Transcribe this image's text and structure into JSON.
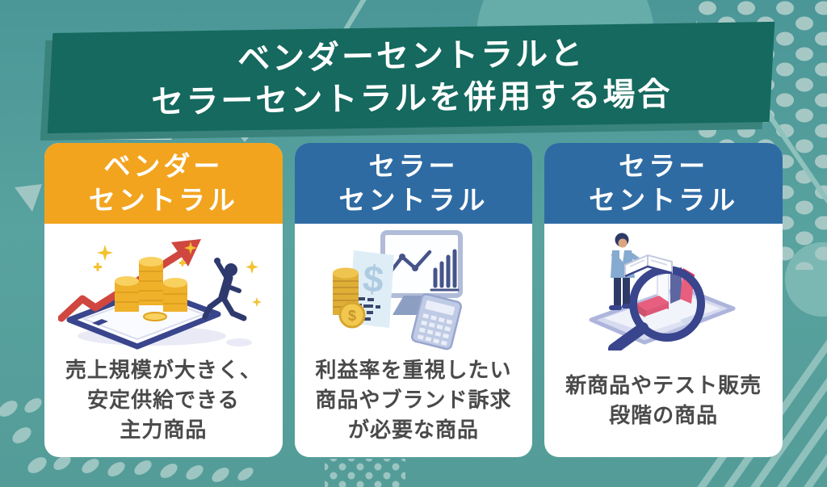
{
  "title_banner": {
    "line1": "ベンダーセントラルと",
    "line2": "セラーセントラルを併用する場合",
    "bg_color": "#15695E",
    "shadow_color": "#3A837D",
    "text_color": "#FFFFFF"
  },
  "cards": [
    {
      "header": {
        "line1": "ベンダー",
        "line2": "セントラル",
        "bg_color": "#F2A41F",
        "text_color": "#FFFFFF"
      },
      "illustration": "smartphone-coins-growth-arrow-runner",
      "caption_lines": [
        "売上規模が大きく、",
        "安定供給できる",
        "主力商品"
      ]
    },
    {
      "header": {
        "line1": "セラー",
        "line2": "セントラル",
        "bg_color": "#2F6BA3",
        "text_color": "#FFFFFF"
      },
      "illustration": "monitor-chart-coins-receipt-calculator",
      "caption_lines": [
        "利益率を重視したい",
        "商品やブランド訴求",
        "が必要な商品"
      ]
    },
    {
      "header": {
        "line1": "セラー",
        "line2": "セントラル",
        "bg_color": "#2F6BA3",
        "text_color": "#FFFFFF"
      },
      "illustration": "person-magnifier-books-tablet",
      "caption_lines": [
        "新商品やテスト販売",
        "段階の商品"
      ]
    }
  ],
  "colors": {
    "background_teal": "#529B98",
    "decor_light_teal": "#A6C8C5",
    "banner_green": "#15695E",
    "vendor_orange": "#F2A41F",
    "seller_blue": "#2F6BA3",
    "caption_text": "#4A4A4A",
    "card_bg": "#FFFFFF",
    "arrow_red": "#D0473F",
    "coin_gold": "#EFB02A",
    "illustration_navy": "#39458C",
    "book_red": "#E23B63"
  }
}
